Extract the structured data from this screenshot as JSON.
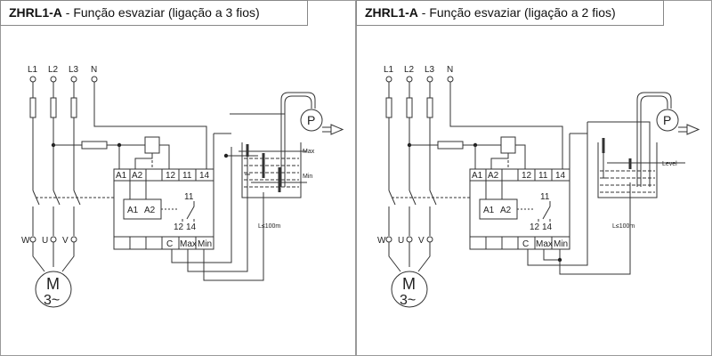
{
  "panels": [
    {
      "title_model": "ZHRL1-A",
      "title_desc": " - Função esvaziar (ligação a 3 fios)",
      "lines": [
        "L1",
        "L2",
        "L3",
        "N"
      ],
      "top_terminals": [
        "A1",
        "A2",
        "12",
        "11",
        "14"
      ],
      "bottom_terminals": [
        "C",
        "Max",
        "Min"
      ],
      "inner_coil": [
        "A1",
        "A2"
      ],
      "contact_labels": [
        "11",
        "12",
        "14"
      ],
      "motor_terminals": [
        "W",
        "U",
        "V"
      ],
      "motor_label": "M",
      "motor_phase": "3~",
      "pump_label": "P",
      "level_labels": [
        "Max",
        "Min"
      ],
      "distance_label": "L≤100m"
    },
    {
      "title_model": "ZHRL1-A",
      "title_desc": " - Função esvaziar (ligação a 2 fios)",
      "lines": [
        "L1",
        "L2",
        "L3",
        "N"
      ],
      "top_terminals": [
        "A1",
        "A2",
        "12",
        "11",
        "14"
      ],
      "bottom_terminals": [
        "C",
        "Max",
        "Min"
      ],
      "inner_coil": [
        "A1",
        "A2"
      ],
      "contact_labels": [
        "11",
        "12",
        "14"
      ],
      "motor_terminals": [
        "W",
        "U",
        "V"
      ],
      "motor_label": "M",
      "motor_phase": "3~",
      "pump_label": "P",
      "level_labels": [
        "Level"
      ],
      "distance_label": "L≤100m"
    }
  ]
}
